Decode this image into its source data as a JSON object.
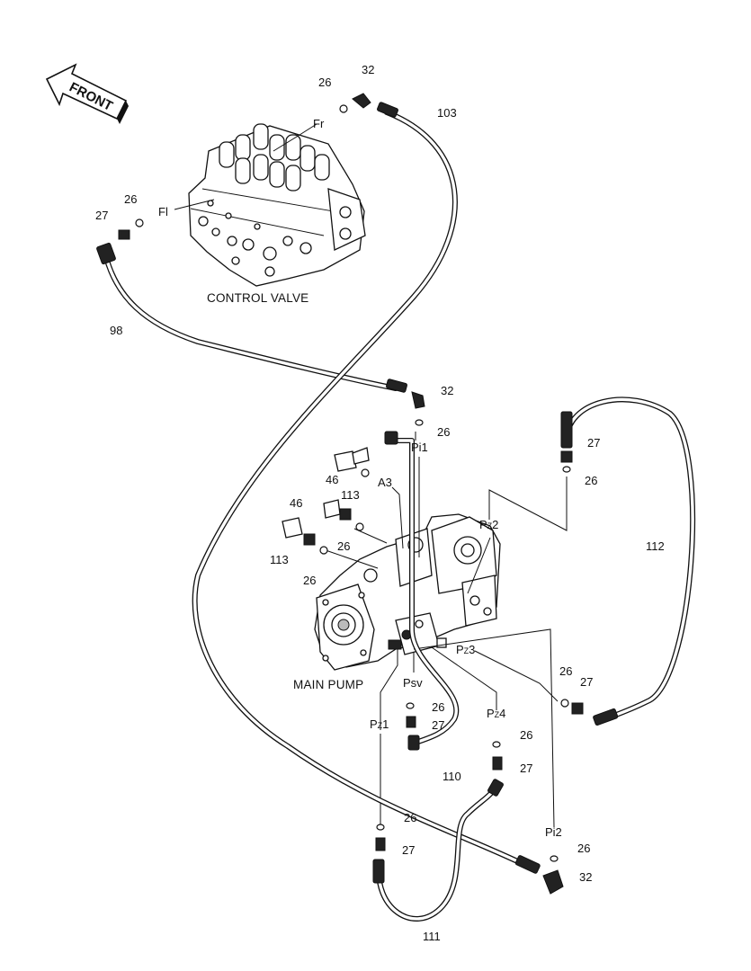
{
  "front_arrow": {
    "label": "FRONT"
  },
  "titles": {
    "control_valve": "CONTROL VALVE",
    "main_pump": "MAIN PUMP"
  },
  "ports": {
    "fr": "Fr",
    "fl": "Fl",
    "pi1": "Pi1",
    "a3": "A3",
    "pz2": "PZ2",
    "pz3": "PZ3",
    "psv": "Psv",
    "pz4": "PZ4",
    "pz1": "PZ1",
    "pi2": "Pi2"
  },
  "port_subs": {
    "pz": "P",
    "z": "Z"
  },
  "callouts": {
    "c26": "26",
    "c27": "27",
    "c32": "32",
    "c46": "46",
    "c98": "98",
    "c103": "103",
    "c110": "110",
    "c111": "111",
    "c112": "112",
    "c113": "113"
  }
}
